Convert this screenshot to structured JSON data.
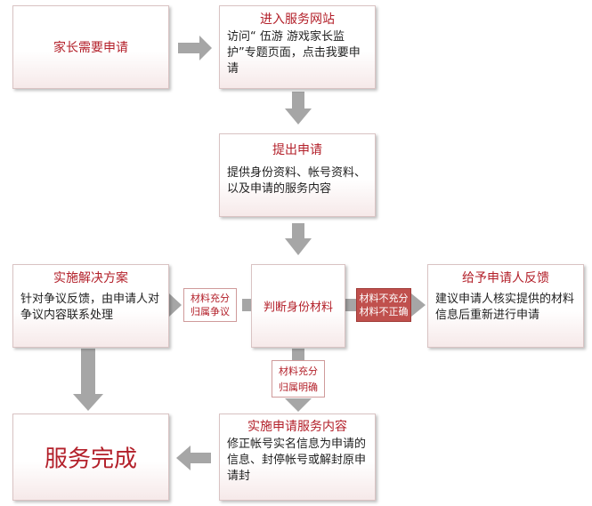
{
  "nodes": {
    "parent_need": {
      "label": "家长需要申请"
    },
    "enter_site": {
      "title": "进入服务网站",
      "body": "访问“ 伍游  游戏家长监护”专题页面，点击我要申请"
    },
    "submit": {
      "title": "提出申请",
      "body": "提供身份资料、帐号资料、以及申请的服务内容"
    },
    "judge": {
      "label": "判断身份材料"
    },
    "resolve": {
      "title": "实施解决方案",
      "body": "针对争议反馈，由申请人对争议内容联系处理"
    },
    "feedback": {
      "title": "给予申请人反馈",
      "body": "建议申请人核实提供的材料信息后重新进行申请"
    },
    "implement": {
      "title": "实施申请服务内容",
      "body": "修正帐号实名信息为申请的信息、封停帐号或解封原申请封"
    },
    "done": {
      "label": "服务完成"
    }
  },
  "edge_labels": {
    "dispute": [
      "材料充分",
      "归属争议"
    ],
    "insufficient": [
      "材料不充分",
      "材料不正确"
    ],
    "clear": [
      "材料充分",
      "归属明确"
    ]
  },
  "colors": {
    "accent": "#b3202a",
    "arrow": "#a6a6a6",
    "tag_dark": "#c0504d"
  }
}
